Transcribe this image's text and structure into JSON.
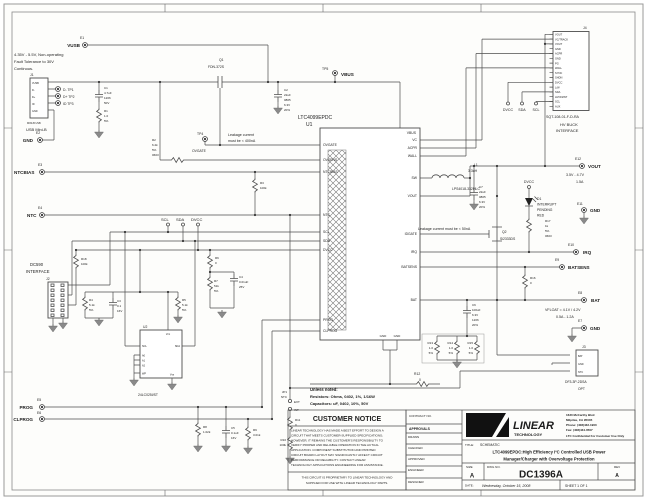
{
  "colors": {
    "sheet": "#ffffff",
    "line": "#4d4d4d",
    "text": "#1c1c1c",
    "logo": "#111111"
  },
  "turrets": {
    "e1": [
      "E1",
      "VUSB"
    ],
    "e2": [
      "E2",
      "GND"
    ],
    "e3": [
      "E3",
      "NTCBIAS"
    ],
    "e4": [
      "E4",
      "NTC"
    ],
    "e5": [
      "E5",
      "PROG"
    ],
    "e6": [
      "E6",
      "CLPROG"
    ],
    "e7": [
      "E7",
      "GND"
    ],
    "e8": [
      "E8",
      "BAT"
    ],
    "e9": [
      "E9",
      "BATSENS"
    ],
    "e10": [
      "E10",
      "IRQ"
    ],
    "e11": [
      "E11",
      "GND"
    ],
    "e12": [
      "E12",
      "VOUT"
    ]
  },
  "testpoints": {
    "tp1": "D- TP1",
    "tp2": "D+ TP2",
    "tp3": "ID TP3",
    "tp4": [
      "TP4",
      "OVGATE"
    ],
    "tp5": [
      "TP5",
      "VBUS"
    ]
  },
  "nets": {
    "scl": "SCL",
    "sda": "SDA",
    "dvcc": "DVCC"
  },
  "u1": {
    "part": "LTC4099EPDC",
    "ref": "U1",
    "pin_top": "VBUS",
    "pins_left": [
      "OVGATE",
      "OVSENS",
      "NTCBIAS",
      "NTC",
      "SCL",
      "SDA",
      "DVCC",
      "PROG",
      "CLPROG"
    ],
    "pins_right": [
      "VC",
      "ACPR",
      "WALL",
      "SW",
      "VOUT",
      "IDGATE",
      "IRQ",
      "BATSENS",
      "BAT"
    ],
    "pins_bottom": [
      "GND",
      "GND"
    ]
  },
  "u2": {
    "ref": "U2",
    "part": "24LC025I/ST",
    "pin_vcc": "Vcc",
    "pin_scl": "SCL",
    "pin_sda": "SDA",
    "pin_a0": "A0",
    "pin_a1": "A1",
    "pin_a2": "A2",
    "pin_wp": "WP",
    "pin_vss": "Vss"
  },
  "j1": {
    "ref": "J1",
    "label": "USB Mini-B",
    "footprint": "MINI-B USB",
    "pins": [
      "VUSB",
      "D-",
      "D+",
      "ID",
      "GND"
    ]
  },
  "j2": {
    "ref": "J2",
    "label": [
      "DC590",
      "INTERFACE"
    ]
  },
  "j3": {
    "ref": "J3",
    "part": "DF3-3P-2DSA",
    "opt": "OPT",
    "pins": [
      "BAT",
      "GND",
      "NTC"
    ]
  },
  "j4": {
    "ref": "J4",
    "part": "SQT-108-01-F-D-RA",
    "label": [
      "HV BUCK",
      "INTERFACE"
    ],
    "pins": [
      "VOUT",
      "VC/TRACK",
      "VOUT",
      "GND",
      "ACPR",
      "GND",
      "PG",
      "WALL",
      "SYNC",
      "SHDN",
      "DVCC",
      "L/W",
      "SDA",
      "HVON/INT",
      "SCL",
      "AUX"
    ]
  },
  "jp1": {
    "ref": "JP1",
    "name": "NTC",
    "pos_ext": "EXT",
    "pos_int": "INT"
  },
  "q1": [
    "Q1",
    "FDN-372S"
  ],
  "q2": [
    "Q2",
    "Si2333DS"
  ],
  "d1": [
    "D1",
    "INTERRUPT",
    "PENDING",
    "RED"
  ],
  "l1": [
    "L1",
    "3.3uH",
    "LPS4018-332MLC"
  ],
  "r": {
    "r1": [
      "R1",
      "1.0",
      "5%"
    ],
    "r2": [
      "R2",
      "6.2k",
      "5%",
      "0603"
    ],
    "r3": [
      "R3",
      "100k"
    ],
    "r4": [
      "R4",
      "5.1k",
      "5%"
    ],
    "r5": [
      "R5",
      "5.1k",
      "5%"
    ],
    "r6": [
      "R6",
      "0"
    ],
    "r7": [
      "R7",
      "51k",
      "5%"
    ],
    "r8": [
      "R8",
      "1.02k"
    ],
    "r9": [
      "R9",
      "3.01k"
    ],
    "r10": [
      "R10",
      "100k"
    ],
    "r11": [
      "R11",
      "0"
    ],
    "r12": [
      "R12",
      "0"
    ],
    "r13": [
      "R13",
      "1.0",
      "5%"
    ],
    "r14": [
      "R14",
      "1.0",
      "5%"
    ],
    "r15": [
      "R15",
      "1.0",
      "5%"
    ],
    "r16": [
      "R16",
      "0"
    ],
    "r17": [
      "R17",
      "1k",
      "5%",
      "0603"
    ],
    "r18": [
      "R18",
      "100k"
    ]
  },
  "c": {
    "c1": [
      "C1",
      "4.7uF",
      "1206",
      "50V"
    ],
    "c2": [
      "C2",
      "22uF",
      "0805",
      "6.3V",
      "20%"
    ],
    "c3": [
      "C3",
      "0.1",
      "16V"
    ],
    "c4": [
      "C4",
      "0.01uF",
      "25V"
    ],
    "c5": [
      "C5",
      "0.1uF",
      "16V"
    ],
    "c6": [
      "C6",
      "100uF",
      "6.3V",
      "1206",
      "20%"
    ],
    "c7": [
      "C7",
      "22uF",
      "0805",
      "6.3V",
      "20%"
    ]
  },
  "notes": {
    "vusb": [
      "4.35V - 5.5V, Non-operating",
      "Fault Tolerance to 30V",
      "Continous."
    ],
    "leak400": [
      "Leakage current",
      "must be < 400nA"
    ],
    "leak50": "Leakage current must be < 50nA",
    "vout": [
      "3.5V - 4.7V",
      "1.5A"
    ],
    "bat": [
      "VFLOAT = 4.1V / 4.2V",
      "0.5A - 1.2A"
    ],
    "unless": [
      "Unless noted:",
      "Resistors: Ohms, 0402, 1%, 1/16W",
      "Capacitors: uF, 0402, 10%, 50V"
    ]
  },
  "customer_notice": {
    "title": "CUSTOMER NOTICE",
    "body": [
      "LINEAR TECHNOLOGY HAS MADE A BEST EFFORT TO DESIGN A",
      "CIRCUIT THAT MEETS CUSTOMER-SUPPLIED SPECIFICATIONS;",
      "HOWEVER, IT REMAINS THE CUSTOMER'S RESPONSIBILITY TO",
      "VERIFY PROPER AND RELIABLE OPERATION IN THE ACTUAL",
      "APPLICATION.  COMPONENT SUBSTITUTION AND PRINTED",
      "CIRCUIT BOARD LAYOUT MAY SIGNIFICANTLY AFFECT CIRCUIT",
      "PERFORMANCE OR RELIABILITY.  CONTACT LINEAR",
      "TECHNOLOGY APPLICATIONS ENGINEERING FOR ASSISTANCE."
    ],
    "footer": [
      "THIS CIRCUIT IS PROPRIETARY TO LINEAR TECHNOLOGY AND",
      "SUPPLIED FOR USE WITH LINEAR TECHNOLOGY PARTS."
    ]
  },
  "title_block": {
    "contract": "CONTRACT NO.",
    "approvals": "APPROVALS",
    "roles": [
      "DRAWN",
      "CHECKED",
      "APPROVED",
      "ENGINEER",
      "DESIGNER"
    ],
    "company_top": "LINEAR",
    "company_bottom": "TECHNOLOGY",
    "address": [
      "1630 McCarthy Blvd",
      "Milpitas, CA 95035",
      "Phone: (408)432-1900",
      "Fax: (408)434-0507",
      "LTC Confidential For Customer Use Only"
    ],
    "title_label": "TITLE:",
    "doc_type": "SCHEMATIC",
    "title_line1": "LTC4099EPDC:High Efficiency I²C Controlled USB Power",
    "title_line2": "Manager/Charger with Overvoltage Protection",
    "size_label": "SIZE",
    "size": "A",
    "dwg_label": "DWG NO.",
    "dwg_no": "DC1396A",
    "rev_label": "REV",
    "rev": "A",
    "date_label": "DATE:",
    "date": "Wednesday, October 15, 2008",
    "sheet": "SHEET   1   OF   1"
  }
}
